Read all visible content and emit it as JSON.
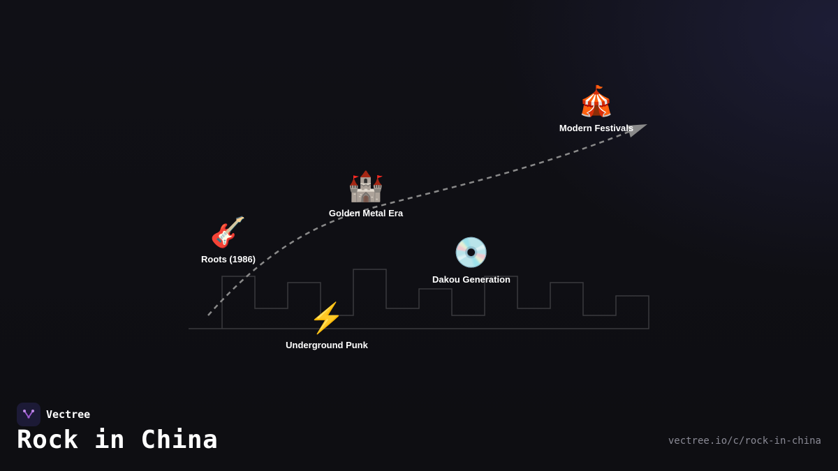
{
  "brand": {
    "name": "Vectree",
    "icon": "vectree-logo-icon",
    "accent": "#9b59d0"
  },
  "page": {
    "title": "Rock in China",
    "url": "vectree.io/c/rock-in-china"
  },
  "nodes": [
    {
      "id": "roots",
      "emoji": "🎸",
      "icon": "guitar-icon",
      "label": "Roots (1986)"
    },
    {
      "id": "golden-metal",
      "emoji": "🏰",
      "icon": "castle-icon",
      "label": "Golden Metal Era"
    },
    {
      "id": "underground-punk",
      "emoji": "⚡",
      "icon": "lightning-icon",
      "label": "Underground Punk"
    },
    {
      "id": "dakou",
      "emoji": "💿",
      "icon": "disc-icon",
      "label": "Dakou Generation"
    },
    {
      "id": "modern-festivals",
      "emoji": "🎪",
      "icon": "circus-tent-icon",
      "label": "Modern Festivals"
    }
  ],
  "colors": {
    "path": "#8a8a8a",
    "skyline": "#3a3a3e",
    "text": "#ffffff",
    "muted": "#8a8a95"
  }
}
